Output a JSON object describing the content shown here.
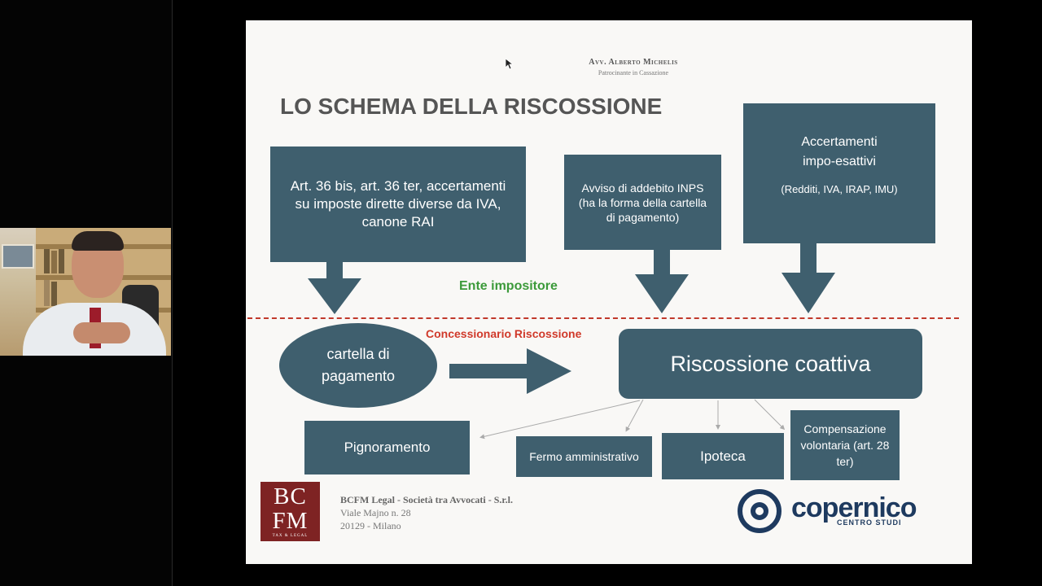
{
  "slide": {
    "header_name": "Avv. Alberto Michelis",
    "header_sub": "Patrocinante in Cassazione",
    "title": "LO SCHEMA DELLA RISCOSSIONE",
    "box1": {
      "line1": "Art. 36 bis, art. 36 ter, accertamenti",
      "line2": "su imposte dirette diverse da IVA,",
      "line3": "canone RAI"
    },
    "box2": {
      "line1": "Avviso di addebito INPS",
      "line2": "(ha la forma della cartella",
      "line3": "di pagamento)"
    },
    "box3": {
      "line1": "Accertamenti",
      "line2": "impo-esattivi",
      "line3": "(Redditi, IVA, IRAP, IMU)"
    },
    "ente_label": "Ente impositore",
    "concessionario_label": "Concessionario Riscossione",
    "cartella": {
      "line1": "cartella di",
      "line2": "pagamento"
    },
    "riscossione": "Riscossione coattiva",
    "pignoramento": "Pignoramento",
    "fermo": "Fermo amministrativo",
    "ipoteca": "Ipoteca",
    "compensazione": {
      "line1": "Compensazione",
      "line2": "volontaria (art. 28",
      "line3": "ter)"
    },
    "footer": {
      "company": "BCFM Legal  - Società tra Avvocati  - S.r.l.",
      "address": "Viale Majno n. 28",
      "city": "20129 - Milano"
    },
    "bcfm_logo": {
      "top": "BC",
      "bottom": "FM",
      "tagline": "TAX & LEGAL"
    },
    "copernico": {
      "name": "copernico",
      "sub": "CENTRO STUDI"
    }
  },
  "colors": {
    "box": "#3f5f6e",
    "ente": "#3c9a3a",
    "concessionario": "#d0392a",
    "bcfm": "#7e2323"
  }
}
